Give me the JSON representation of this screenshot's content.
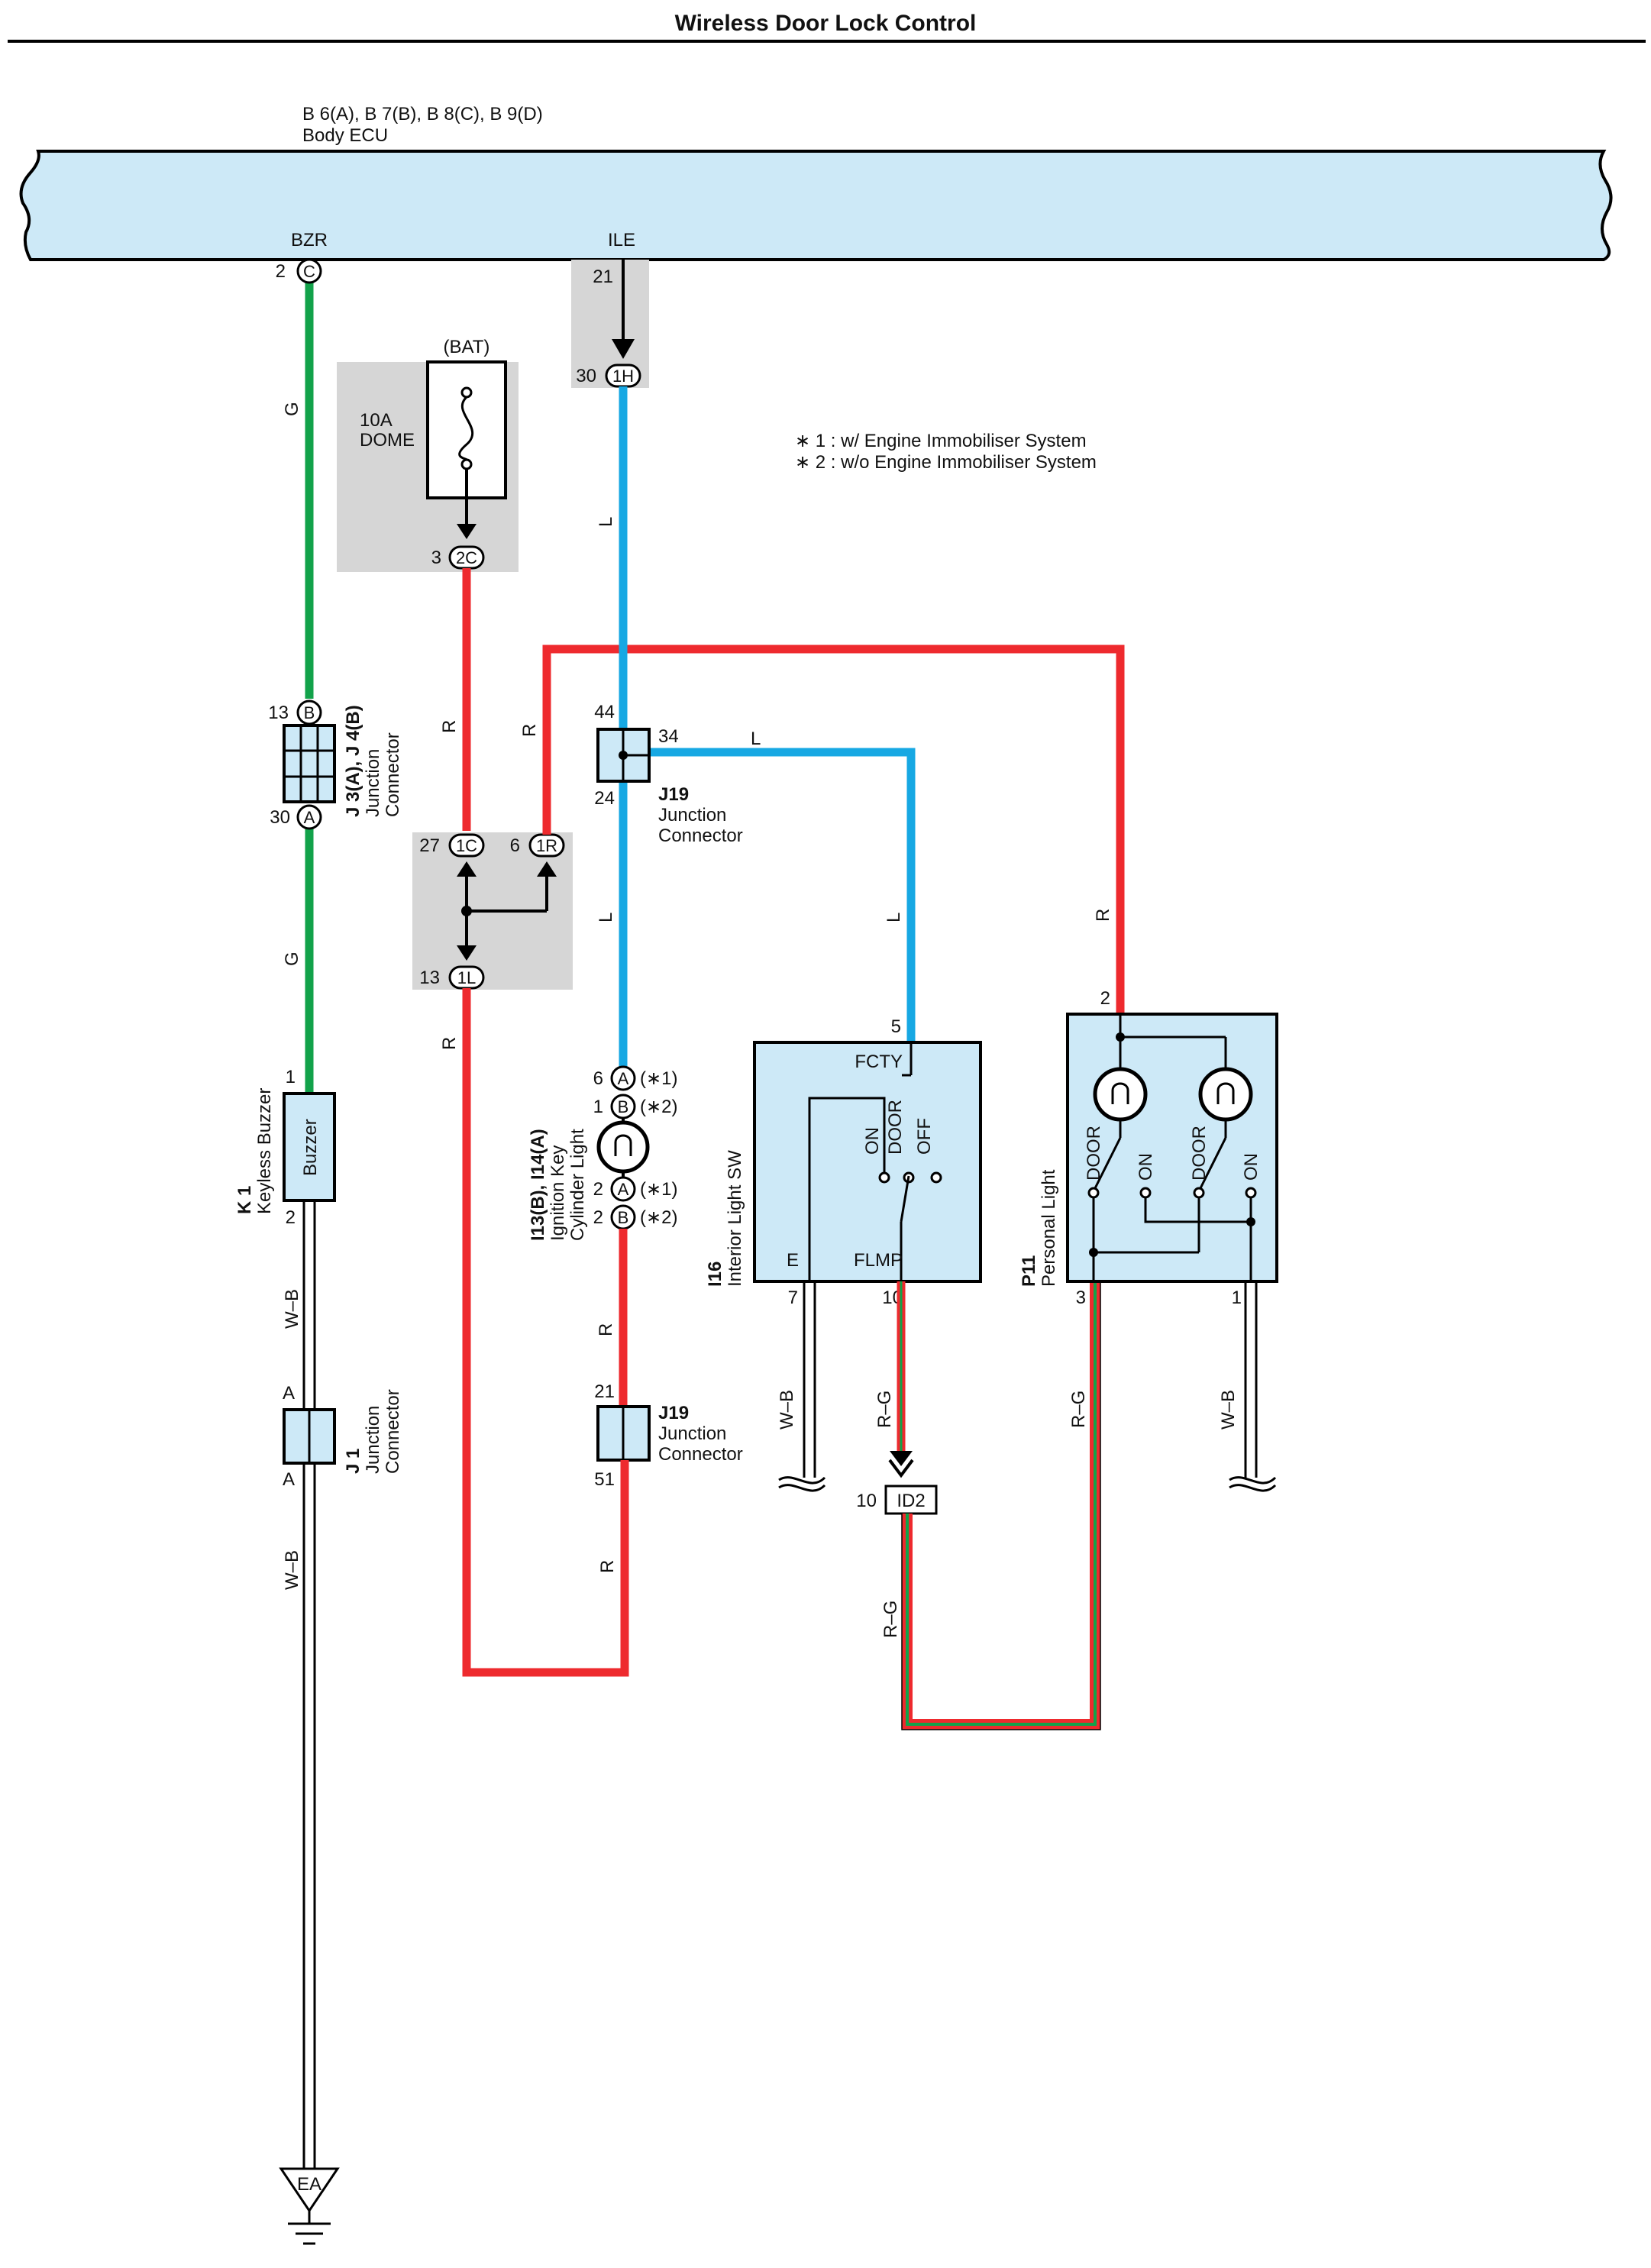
{
  "title": "Wireless Door Lock Control",
  "body_ecu": {
    "codes": "B 6(A), B 7(B), B 8(C), B 9(D)",
    "name": "Body ECU",
    "pin_bzr": "BZR",
    "pin_ile": "ILE"
  },
  "notes": {
    "n1": "∗ 1 : w/ Engine Immobiliser System",
    "n2": "∗ 2 : w/o Engine Immobiliser System"
  },
  "fuse": {
    "source": "(BAT)",
    "rating": "10A",
    "name": "DOME"
  },
  "wires": {
    "G": "G",
    "L": "L",
    "R": "R",
    "WB": "W–B",
    "RG": "R–G"
  },
  "pins": {
    "ecu_c_num": "2",
    "ecu_c": "C",
    "ile_21": "21",
    "c1h_num": "30",
    "c1h": "1H",
    "c2c_num": "3",
    "c2c": "2C",
    "c1c_num": "27",
    "c1c": "1C",
    "c1r_num": "6",
    "c1r": "1R",
    "c1l_num": "13",
    "c1l": "1L",
    "j3_top_num": "13",
    "j3_top": "B",
    "j3_bot_num": "30",
    "j3_bot": "A",
    "j19a_44": "44",
    "j19a_34": "34",
    "j19a_24": "24",
    "k1_1": "1",
    "k1_2": "2",
    "j1_a_top": "A",
    "j1_a_bot": "A",
    "ik_6": "6",
    "ik_a1": "A",
    "ik_s1a": "(∗1)",
    "ik_1": "1",
    "ik_b1": "B",
    "ik_s2a": "(∗2)",
    "ik_2a": "2",
    "ik_a2": "A",
    "ik_s1b": "(∗1)",
    "ik_2b": "2",
    "ik_b2": "B",
    "ik_s2b": "(∗2)",
    "j19b_21": "21",
    "j19b_51": "51",
    "i16_5": "5",
    "i16_7": "7",
    "i16_10": "10",
    "id2_num": "10",
    "id2": "ID2",
    "p11_2": "2",
    "p11_3": "3",
    "p11_1": "1",
    "ea": "EA"
  },
  "j3": {
    "code": "J 3(A), J 4(B)",
    "l1": "Junction",
    "l2": "Connector"
  },
  "j19": {
    "code": "J19",
    "l1": "Junction",
    "l2": "Connector"
  },
  "k1": {
    "code": "K 1",
    "name": "Keyless Buzzer",
    "inner": "Buzzer"
  },
  "j1": {
    "code": "J 1",
    "l1": "Junction",
    "l2": "Connector"
  },
  "ignition": {
    "code": "I13(B), I14(A)",
    "l1": "Ignition Key",
    "l2": "Cylinder Light"
  },
  "i16": {
    "code": "I16",
    "name": "Interior Light SW",
    "fcty": "FCTY",
    "e": "E",
    "flmp": "FLMP",
    "on": "ON",
    "door": "DOOR",
    "off": "OFF"
  },
  "p11": {
    "code": "P11",
    "name": "Personal Light",
    "door": "DOOR",
    "on": "ON"
  },
  "colors": {
    "ecu_fill": "#cde9f7",
    "grey_box": "#d6d6d6",
    "green": "#12a24a",
    "blue": "#17a8e3",
    "red": "#ee2a2e"
  }
}
